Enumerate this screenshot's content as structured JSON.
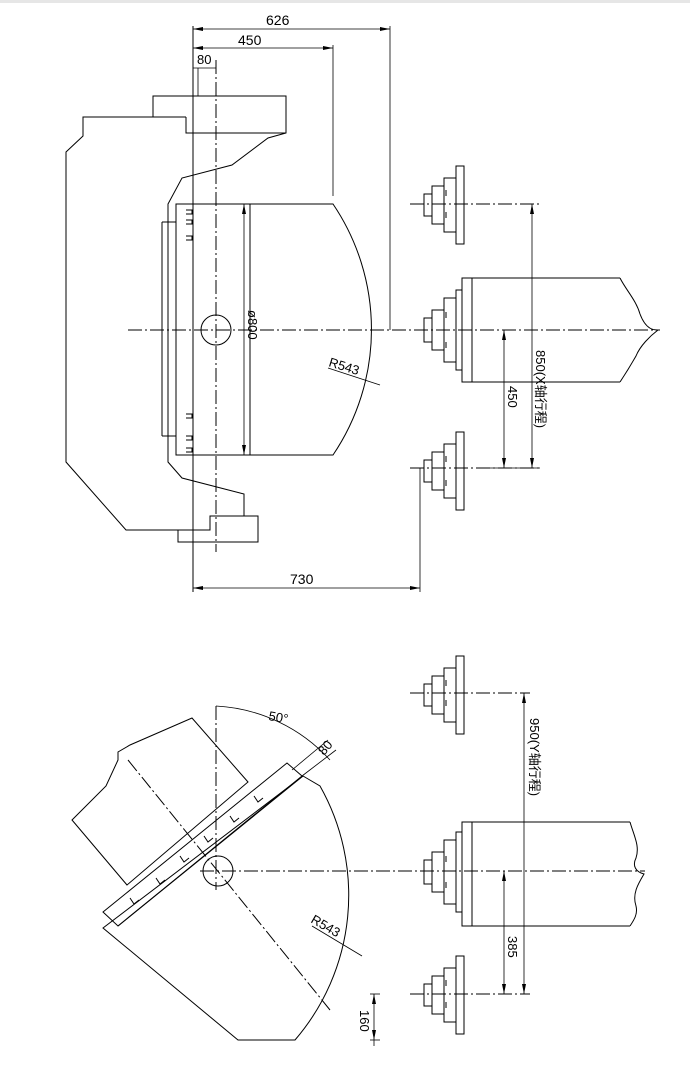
{
  "dimensions": {
    "d626": "626",
    "d450_top": "450",
    "d80_top": "80",
    "dia800": "ø800",
    "r543_top": "R543",
    "d850": "850(X轴行程)",
    "d450_right": "450",
    "d730": "730",
    "angle50": "50°",
    "d80_bottom": "80",
    "d950": "950(Y轴行程)",
    "r543_bottom": "R543",
    "d385": "385",
    "d160": "160"
  }
}
